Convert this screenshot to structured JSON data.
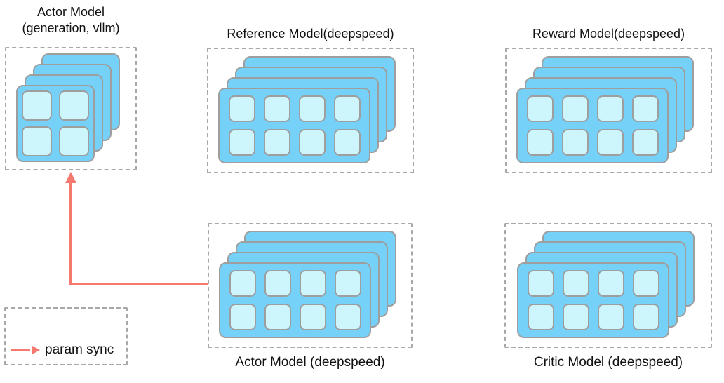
{
  "colors": {
    "card_fill": "#76D1F8",
    "card_border": "#9E9E9E",
    "cell_fill": "#CCF6FC",
    "cell_border": "#9E9E9E",
    "box_border": "#A8A8A8",
    "arrow": "#F6796F",
    "text": "#111111"
  },
  "groups": [
    {
      "name": "actor-model-generation-vllm",
      "title_lines": [
        "Actor Model",
        "(generation, vllm)"
      ],
      "title_position": "above",
      "stack": {
        "count": 4,
        "rows": 2,
        "cols": 2
      }
    },
    {
      "name": "reference-model-deepspeed",
      "title_lines": [
        "Reference Model(deepspeed)"
      ],
      "title_position": "above",
      "stack": {
        "count": 4,
        "rows": 2,
        "cols": 4
      }
    },
    {
      "name": "reward-model-deepspeed",
      "title_lines": [
        "Reward Model(deepspeed)"
      ],
      "title_position": "above",
      "stack": {
        "count": 4,
        "rows": 2,
        "cols": 4
      }
    },
    {
      "name": "actor-model-deepspeed",
      "title_lines": [
        "Actor Model (deepspeed)"
      ],
      "title_position": "below",
      "stack": {
        "count": 4,
        "rows": 2,
        "cols": 4
      }
    },
    {
      "name": "critic-model-deepspeed",
      "title_lines": [
        "Critic Model (deepspeed)"
      ],
      "title_position": "below",
      "stack": {
        "count": 4,
        "rows": 2,
        "cols": 4
      }
    }
  ],
  "legend": {
    "label": "param sync"
  },
  "arrow": {
    "label": "param sync",
    "from": "actor-model-deepspeed",
    "to": "actor-model-generation-vllm"
  }
}
